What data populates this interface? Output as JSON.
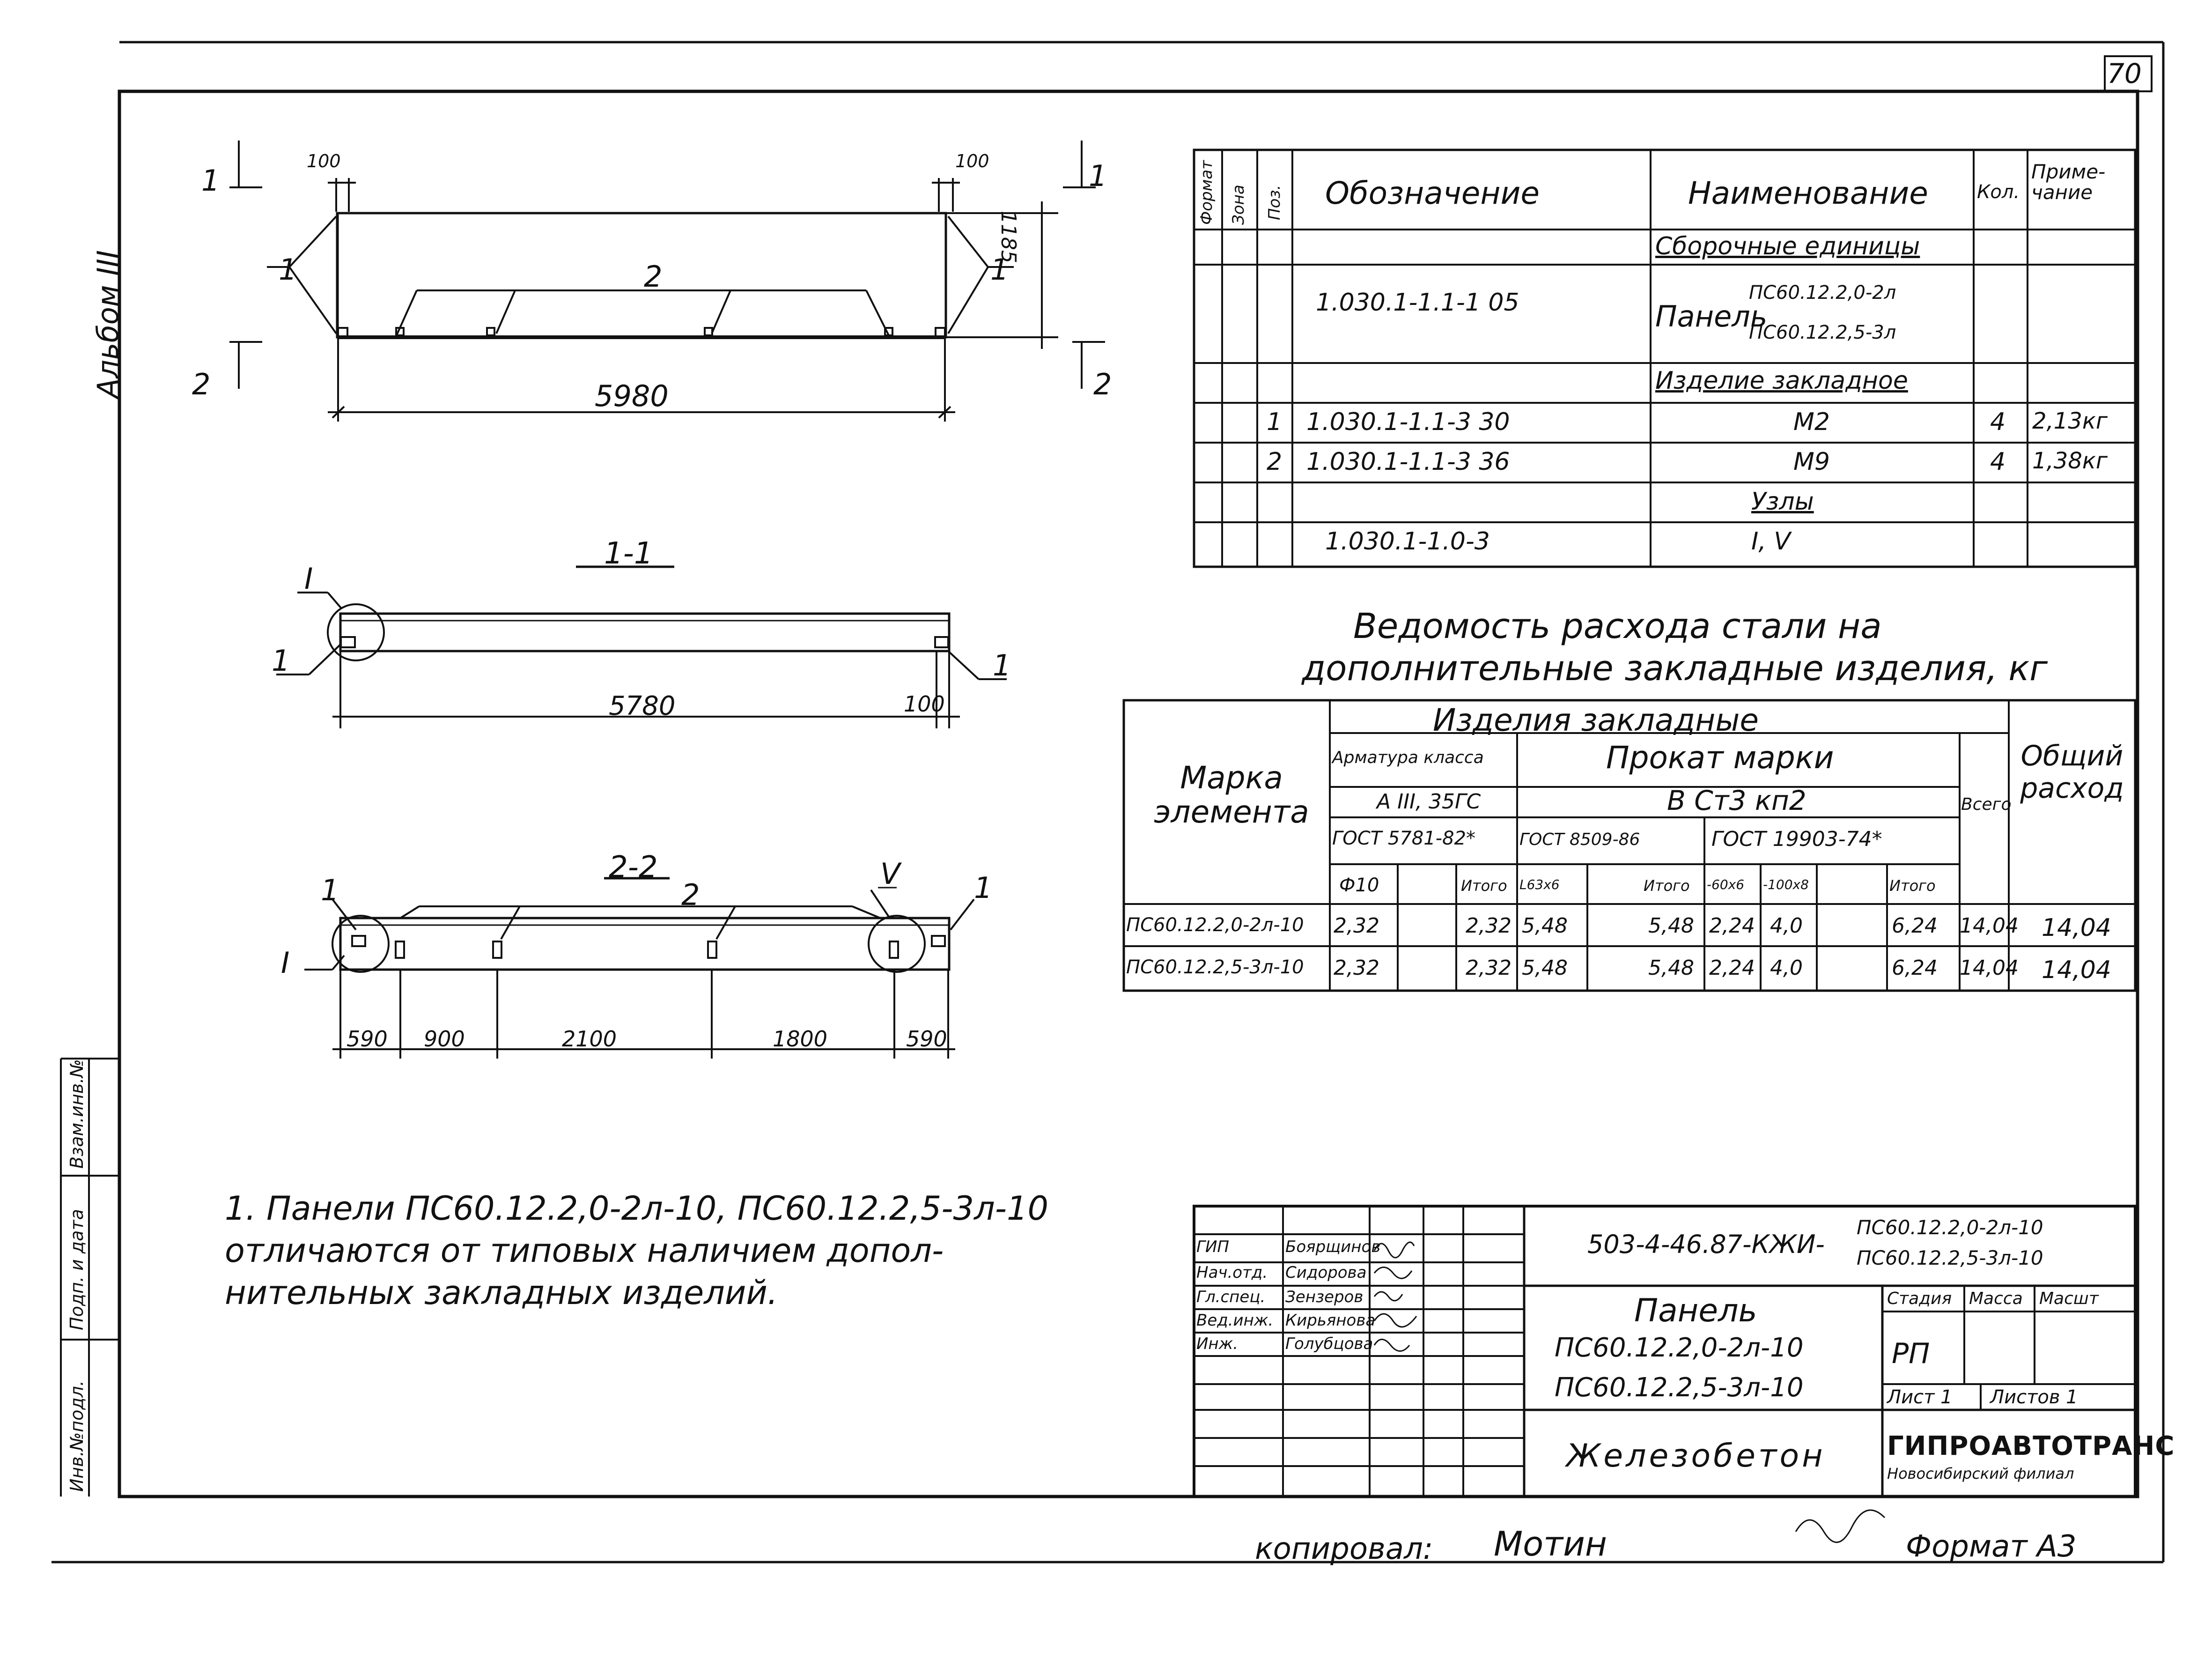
{
  "sheet": {
    "page_number": "70",
    "album_label": "Альбом III",
    "copied_by_label": "копировал:",
    "copied_by_signature": "Мотин",
    "format_label": "Формат А3"
  },
  "side_stamp": [
    "Инв.№подл.",
    "Подп. и дата",
    "Взам.инв.№"
  ],
  "drawing_plan": {
    "dim_top_left": "100",
    "dim_top_right": "100",
    "dim_height": "1185",
    "dim_length": "5980",
    "label_pos1_left": "1",
    "label_pos1_right": "1",
    "label_pos2": "2",
    "section_1_left": "1",
    "section_1_right": "1",
    "section_2_left": "2",
    "section_2_right": "2"
  },
  "drawing_section_1": {
    "title": "1-1",
    "node_label": "I",
    "label_left": "1",
    "label_right": "1",
    "dim_length": "5780",
    "dim_end": "100"
  },
  "drawing_section_2": {
    "title": "2-2",
    "node_label_left": "I",
    "node_label_right": "V",
    "label_left": "1",
    "label_right": "1",
    "label_mid": "2",
    "dims": [
      "590",
      "900",
      "2100",
      "1800",
      "590"
    ]
  },
  "spec": {
    "headers": {
      "format": "Формат",
      "zone": "Зона",
      "pos": "Поз.",
      "designation": "Обозначение",
      "name": "Наименование",
      "qty": "Кол.",
      "note": "Приме-чание"
    },
    "rows": [
      {
        "pos": "",
        "designation": "",
        "name": "Сборочные единицы",
        "qty": "",
        "note": ""
      },
      {
        "pos": "",
        "designation": "1.030.1-1.1-1 05",
        "name": "Панель",
        "name2": "ПС60.12.2,0-2л",
        "name3": "ПС60.12.2,5-3л",
        "qty": "",
        "note": ""
      },
      {
        "pos": "",
        "designation": "",
        "name": "Изделие закладное",
        "qty": "",
        "note": ""
      },
      {
        "pos": "1",
        "designation": "1.030.1-1.1-3 30",
        "name": "М2",
        "qty": "4",
        "note": "2,13кг"
      },
      {
        "pos": "2",
        "designation": "1.030.1-1.1-3 36",
        "name": "М9",
        "qty": "4",
        "note": "1,38кг"
      },
      {
        "pos": "",
        "designation": "",
        "name": "Узлы",
        "qty": "",
        "note": ""
      },
      {
        "pos": "",
        "designation": "1.030.1-1.0-3",
        "name": "I, V",
        "qty": "",
        "note": ""
      }
    ]
  },
  "steel": {
    "title_line1": "Ведомость расхода стали на",
    "title_line2": "дополнительные закладные изделия, кг",
    "h_mark": "Марка элемента",
    "h_items": "Изделия закладные",
    "h_rebar_class": "Арматура класса",
    "h_rebar_grade": "А III, 35ГС",
    "h_rolled": "Прокат марки",
    "h_rolled_grade": "В Ст3 кп2",
    "h_gost1": "ГОСТ 5781-82*",
    "h_gost2": "ГОСТ 8509-86",
    "h_gost3": "ГОСТ 19903-74*",
    "h_phi": "Ф10",
    "h_total1": "Итого",
    "h_l63": "L63x6",
    "h_total2": "Итого",
    "h_60": "-60x6",
    "h_100": "-100x8",
    "h_total3": "Итого",
    "h_all": "Всего",
    "h_grand": "Общий расход",
    "rows": [
      {
        "mark": "ПС60.12.2,0-2л-10",
        "phi10": "2,32",
        "t1": "2,32",
        "l63": "5,48",
        "t2": "5,48",
        "s60": "2,24",
        "s100": "4,0",
        "t3": "6,24",
        "all": "14,04",
        "grand": "14,04"
      },
      {
        "mark": "ПС60.12.2,5-3л-10",
        "phi10": "2,32",
        "t1": "2,32",
        "l63": "5,48",
        "t2": "5,48",
        "s60": "2,24",
        "s100": "4,0",
        "t3": "6,24",
        "all": "14,04",
        "grand": "14,04"
      }
    ]
  },
  "note": {
    "line1": "1. Панели ПС60.12.2,0-2л-10, ПС60.12.2,5-3л-10",
    "line2": "отличаются от типовых наличием допол-",
    "line3": "нительных закладных изделий."
  },
  "title_block": {
    "roles": [
      "ГИП",
      "Нач.отд.",
      "Гл.спец.",
      "Вед.инж.",
      "Инж."
    ],
    "names": [
      "Боярщинов",
      "Сидорова",
      "Зензеров",
      "Кирьянова",
      "Голубцова"
    ],
    "doc_code": "503-4-46.87-КЖИ-",
    "doc_code_line1": "ПС60.12.2,0-2л-10",
    "doc_code_line2": "ПС60.12.2,5-3л-10",
    "product": "Панель",
    "product_line1": "ПС60.12.2,0-2л-10",
    "product_line2": "ПС60.12.2,5-3л-10",
    "stage_h": "Стадия",
    "mass_h": "Масса",
    "scale_h": "Масшт",
    "stage": "РП",
    "sheet_label": "Лист 1",
    "sheets_label": "Листов 1",
    "material": "Железобетон",
    "org_name": "ГИПРОАВТОТРАНС",
    "org_branch": "Новосибирский филиал"
  }
}
